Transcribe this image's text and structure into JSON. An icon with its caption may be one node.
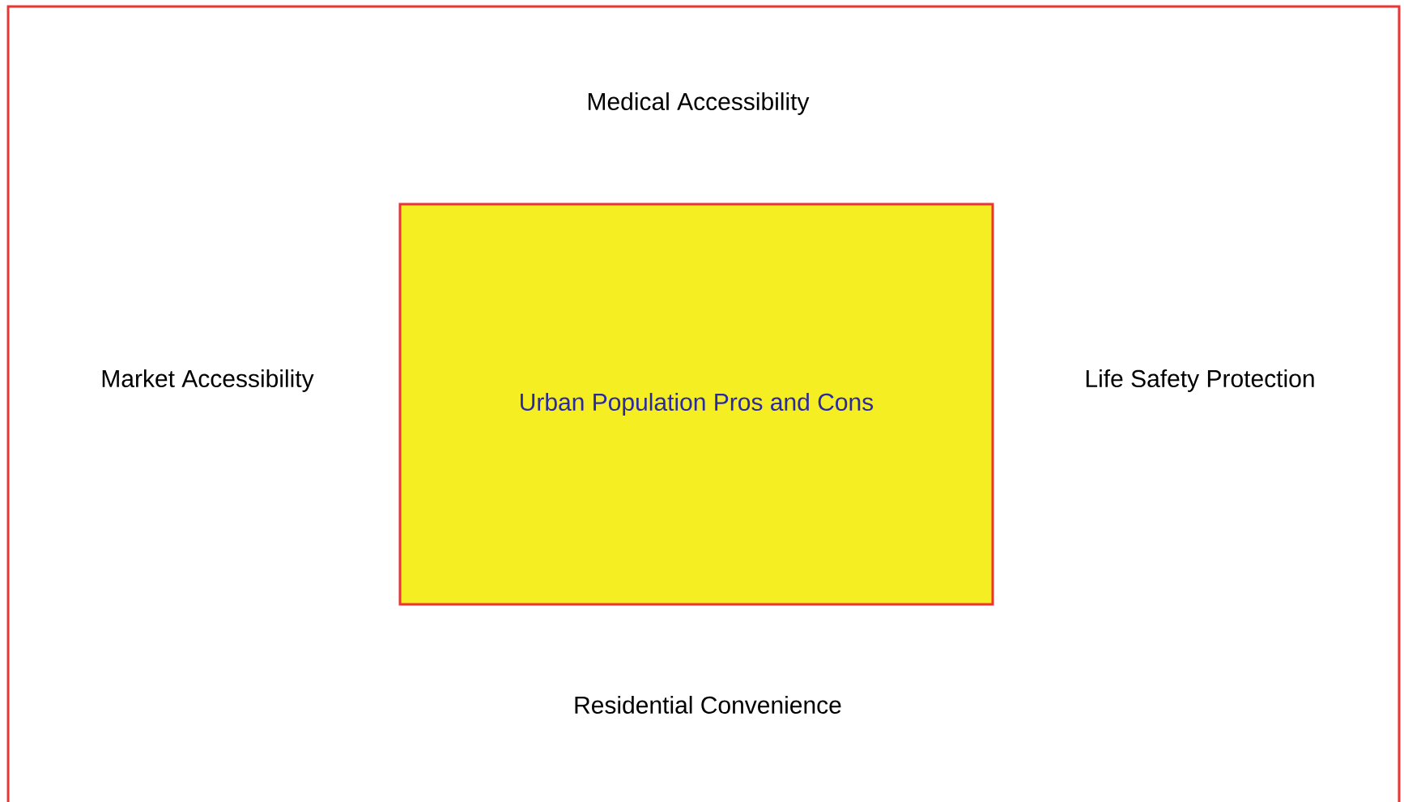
{
  "diagram": {
    "nodes": [
      {
        "text": [
          "Urban Population Pros and Cons"
        ]
      }
    ],
    "labels": [
      "Medical Accessibility",
      "Market Accessibility",
      "Life Safety Protection",
      "Residential Convenience"
    ]
  }
}
